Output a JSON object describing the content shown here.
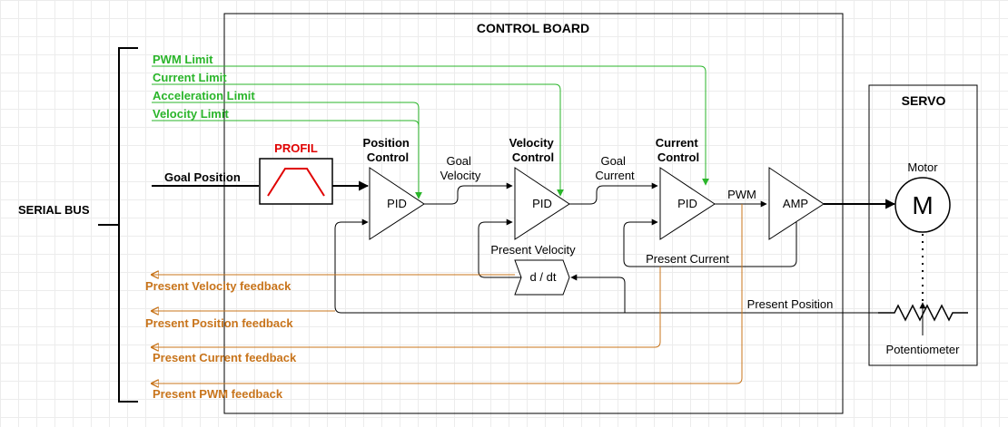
{
  "serial_bus": {
    "label": "SERIAL BUS"
  },
  "control_board": {
    "title": "CONTROL BOARD",
    "limits": [
      "PWM Limit",
      "Current Limit",
      "Acceleration Limit",
      "Velocity Limit"
    ],
    "goal_position": "Goal Position",
    "profile": "PROFIL",
    "position_control": {
      "line1": "Position",
      "line2": "Control",
      "block": "PID"
    },
    "goal_velocity": {
      "line1": "Goal",
      "line2": "Velocity"
    },
    "velocity_control": {
      "line1": "Velocity",
      "line2": "Control",
      "block": "PID"
    },
    "goal_current": {
      "line1": "Goal",
      "line2": "Current"
    },
    "current_control": {
      "line1": "Current",
      "line2": "Control",
      "block": "PID"
    },
    "pwm": "PWM",
    "amp": "AMP",
    "present_velocity": "Present Velocity",
    "derivative": "d / dt",
    "present_current": "Present Current",
    "present_position": "Present Position",
    "feedbacks": [
      "Present Velocity feedback",
      "Present Position feedback",
      "Present Current feedback",
      "Present PWM feedback"
    ]
  },
  "servo": {
    "title": "SERVO",
    "motor_label": "Motor",
    "motor_symbol": "M",
    "potentiometer_label": "Potentiometer"
  },
  "colors": {
    "limit": "#2ab52a",
    "feedback": "#c8741b",
    "profile": "#e00000",
    "line": "#000000"
  }
}
